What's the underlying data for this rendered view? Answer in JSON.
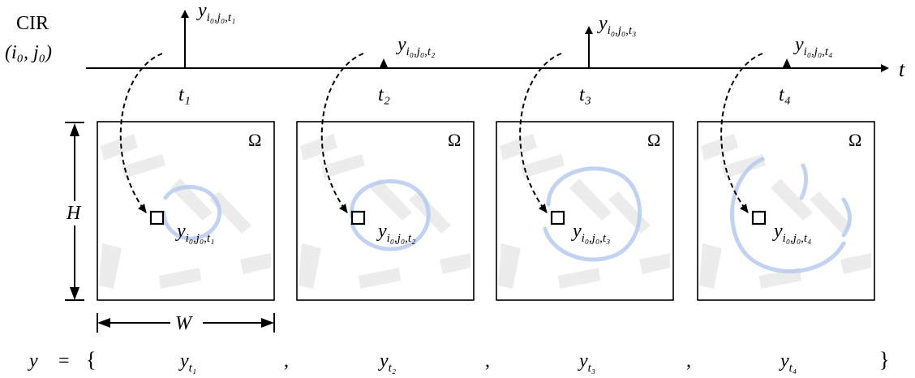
{
  "cir_label": "CIR",
  "cir_index": "(i₀, j₀)",
  "time_axis": {
    "label": "t"
  },
  "time_points": [
    {
      "tick": "t₁",
      "sample": "y",
      "sample_sub": "i₀,j₀,t₁",
      "marker": "impulse"
    },
    {
      "tick": "t₂",
      "sample": "y",
      "sample_sub": "i₀,j₀,t₂",
      "marker": "triangle"
    },
    {
      "tick": "t₃",
      "sample": "y",
      "sample_sub": "i₀,j₀,t₃",
      "marker": "impulse"
    },
    {
      "tick": "t₄",
      "sample": "y",
      "sample_sub": "i₀,j₀,t₄",
      "marker": "triangle"
    }
  ],
  "frames": [
    {
      "omega": "Ω",
      "label": "y",
      "label_sub": "i₀,j₀,t₁"
    },
    {
      "omega": "Ω",
      "label": "y",
      "label_sub": "i₀,j₀,t₂"
    },
    {
      "omega": "Ω",
      "label": "y",
      "label_sub": "i₀,j₀,t₃"
    },
    {
      "omega": "Ω",
      "label": "y",
      "label_sub": "i₀,j₀,t₄"
    }
  ],
  "height_label": "H",
  "width_label": "W",
  "sequence": {
    "lhs": "y",
    "equals": "=",
    "open": "{",
    "close": "}",
    "separator": ",",
    "items": [
      {
        "base": "y",
        "sub": "t₁"
      },
      {
        "base": "y",
        "sub": "t₂"
      },
      {
        "base": "y",
        "sub": "t₃"
      },
      {
        "base": "y",
        "sub": "t₄"
      }
    ]
  }
}
